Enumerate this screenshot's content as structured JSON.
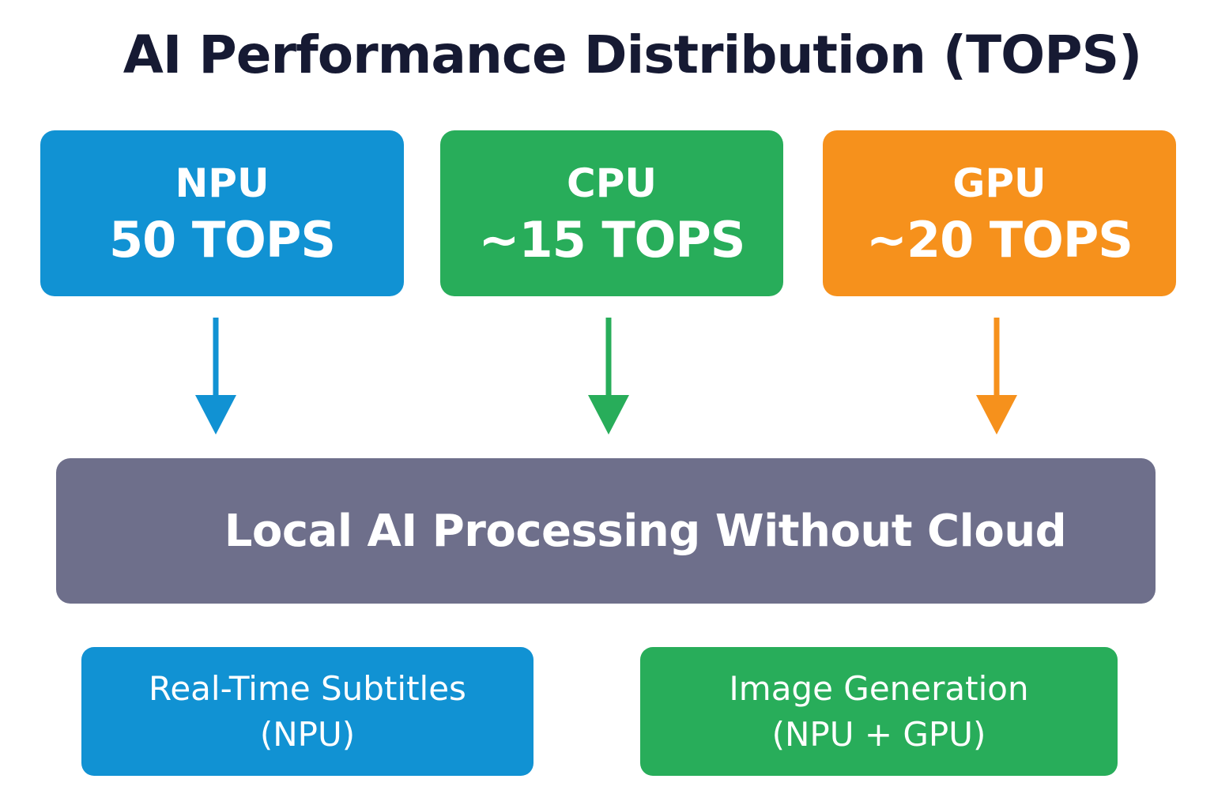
{
  "title": "AI Performance Distribution (TOPS)",
  "colors": {
    "npu": "#1192d3",
    "cpu": "#28ad5a",
    "gpu": "#f6911c",
    "hub": "#6e6f8b",
    "title": "#161a33"
  },
  "units": [
    {
      "name": "NPU",
      "value": "50 TOPS"
    },
    {
      "name": "CPU",
      "value": "~15 TOPS"
    },
    {
      "name": "GPU",
      "value": "~20 TOPS"
    }
  ],
  "hub": {
    "label": "Local AI Processing Without Cloud"
  },
  "use_cases": [
    {
      "line1": "Real-Time Subtitles",
      "line2": "(NPU)"
    },
    {
      "line1": "Image Generation",
      "line2": "(NPU + GPU)"
    }
  ]
}
